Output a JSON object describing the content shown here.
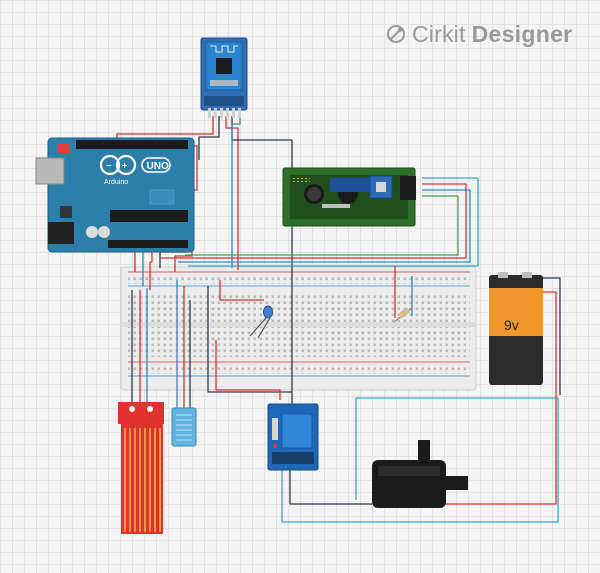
{
  "app": {
    "brand_name": "Cirkit",
    "brand_product": "Designer"
  },
  "components": {
    "arduino": {
      "logo_text": "UNO",
      "brand_text": "Arduino"
    },
    "battery": {
      "label": "9v"
    }
  },
  "colors": {
    "wire_red": "#d9302f",
    "wire_blue": "#2f86c7",
    "wire_dark": "#2e3a4d",
    "wire_green": "#3fa34d",
    "wire_cyan": "#38a8c8",
    "arduino_board": "#2c7fa8",
    "relay_board": "#1f67b7",
    "sensor_red": "#e0322f",
    "lcd_green": "#2f6e2a",
    "dht_blue": "#5fb4e0"
  }
}
